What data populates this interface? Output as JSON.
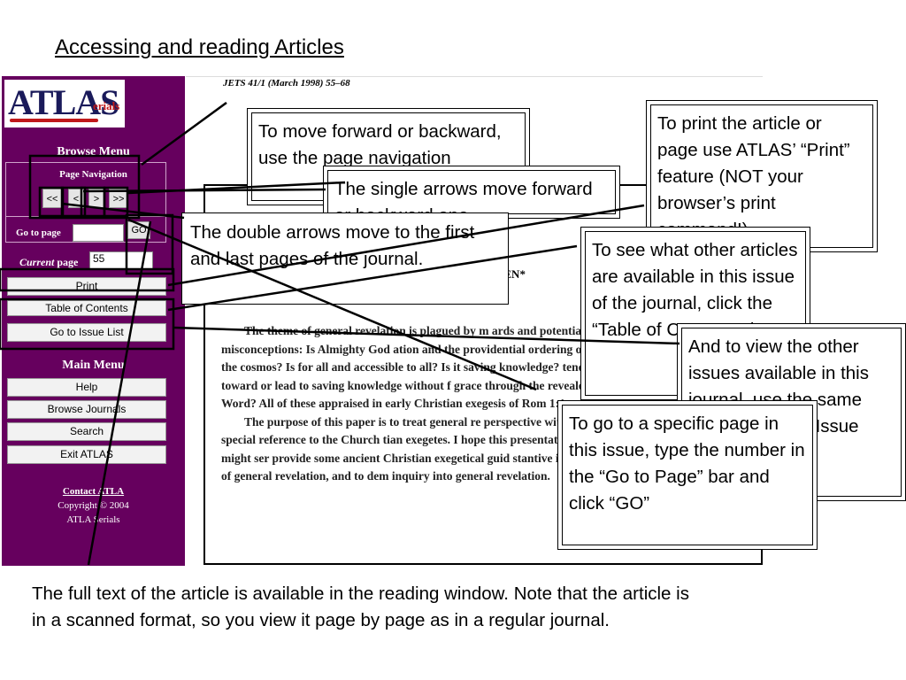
{
  "title": "Accessing and reading Articles",
  "sidebar": {
    "logo_main": "ATLAS",
    "logo_sub": "erials",
    "browse_menu": "Browse Menu",
    "page_navigation": "Page Navigation",
    "nav_buttons": [
      "<<",
      "<",
      ">",
      ">>"
    ],
    "go_to_page_label": "Go to page",
    "go_button": "GO",
    "current_page_label": "Current",
    "current_page_suffix": "page",
    "current_page_value": "55",
    "print": "Print",
    "table_of_contents": "Table of Contents",
    "go_to_issue_list": "Go to Issue List",
    "main_menu": "Main Menu",
    "help": "Help",
    "browse_journals": "Browse Journals",
    "search": "Search",
    "exit_atlas": "Exit ATLAS",
    "contact": "Contact ATLA",
    "copyright": "Copyright © 2004",
    "company": "ATLA Serials"
  },
  "reader": {
    "header": "JETS 41/1 (March 1998) 55–68",
    "author_fragment": "DEN*",
    "paragraph1": "The theme of general revelation is plagued by m ards and potential misconceptions: Is Almighty God ation and the providential ordering of the cosmos? Is for all and accessible to all? Is it saving knowledge? tend toward or lead to saving knowledge without f grace through the revealed Word? All of these appraised in early Christian exegesis of Rom 1:1",
    "paragraph2": "The purpose of this paper is to treat general re perspective with special reference to the Church tian exegetes. I hope this presentation might ser provide some ancient Christian exegetical guid stantive issues of general revelation, and to dem inquiry into general revelation."
  },
  "callouts": {
    "forward": "To move forward or backward, use the page navigation",
    "single": "The single arrows move forward or backward one",
    "double": "The double arrows move to the first and last pages of the journal.",
    "print": "To print the article or page use ATLAS’ “Print” feature (NOT your browser’s print command!)",
    "toc": "To see what other articles are available in this issue of the journal, click the “Table of Contents” icon.",
    "issues": "And to view the other issues available in this journal, use the same method on the “Issue List” icon.",
    "goto": "To go to a specific page in this issue, type the number in the “Go to Page” bar and click “GO”"
  },
  "footer_text": "The full text of the article is available in the reading window. Note that the article is in a scanned format, so you view it page by page as in a regular journal."
}
